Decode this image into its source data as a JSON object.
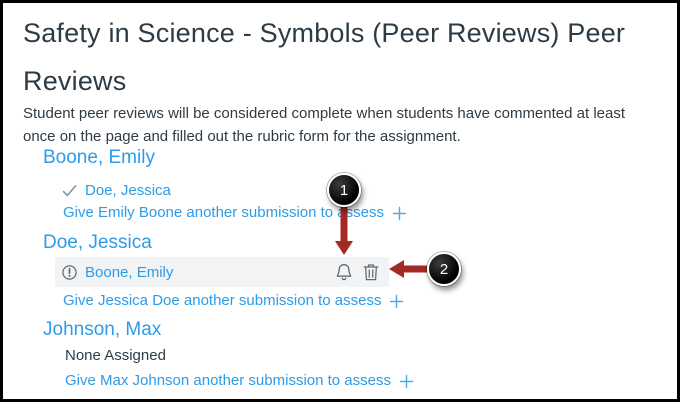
{
  "page": {
    "title": "Safety in Science - Symbols (Peer Reviews) Peer\nReviews",
    "description": "Student peer reviews will be considered complete when students have commented at least\nonce on the page and filled out the rubric form for the assignment."
  },
  "students": [
    {
      "name": "Boone, Emily",
      "review": {
        "reviewer": "Doe, Jessica",
        "status": "completed",
        "status_icon": "check-icon"
      },
      "assign_link": "Give Emily Boone another submission to assess",
      "assign_icon": "add-icon"
    },
    {
      "name": "Doe, Jessica",
      "review": {
        "reviewer": "Boone, Emily",
        "status": "assigned-not-complete",
        "status_icon": "exclamation-circle-icon",
        "highlighted": true,
        "actions": [
          {
            "name": "remind",
            "icon": "bell-icon"
          },
          {
            "name": "remove",
            "icon": "trash-icon"
          }
        ]
      },
      "assign_link": "Give Jessica Doe another submission to assess",
      "assign_icon": "add-icon"
    },
    {
      "name": "Johnson, Max",
      "review_none": "None Assigned",
      "assign_link": "Give Max Johnson another submission to assess",
      "assign_icon": "add-icon"
    }
  ],
  "annotations": [
    {
      "label": "1",
      "points_to": "remind-bell-button",
      "arrow_direction": "down"
    },
    {
      "label": "2",
      "points_to": "remove-trash-button",
      "arrow_direction": "left"
    }
  ],
  "colors": {
    "link-blue": "#2D9BE8",
    "ink": "#2D3B45",
    "icon-gray": "#5F6B73",
    "check-gray": "#8A949C",
    "row-bg": "#F2F3F4",
    "arrow-red": "#A22A22",
    "callout-bg": "#000000",
    "page-border": "#000000"
  }
}
